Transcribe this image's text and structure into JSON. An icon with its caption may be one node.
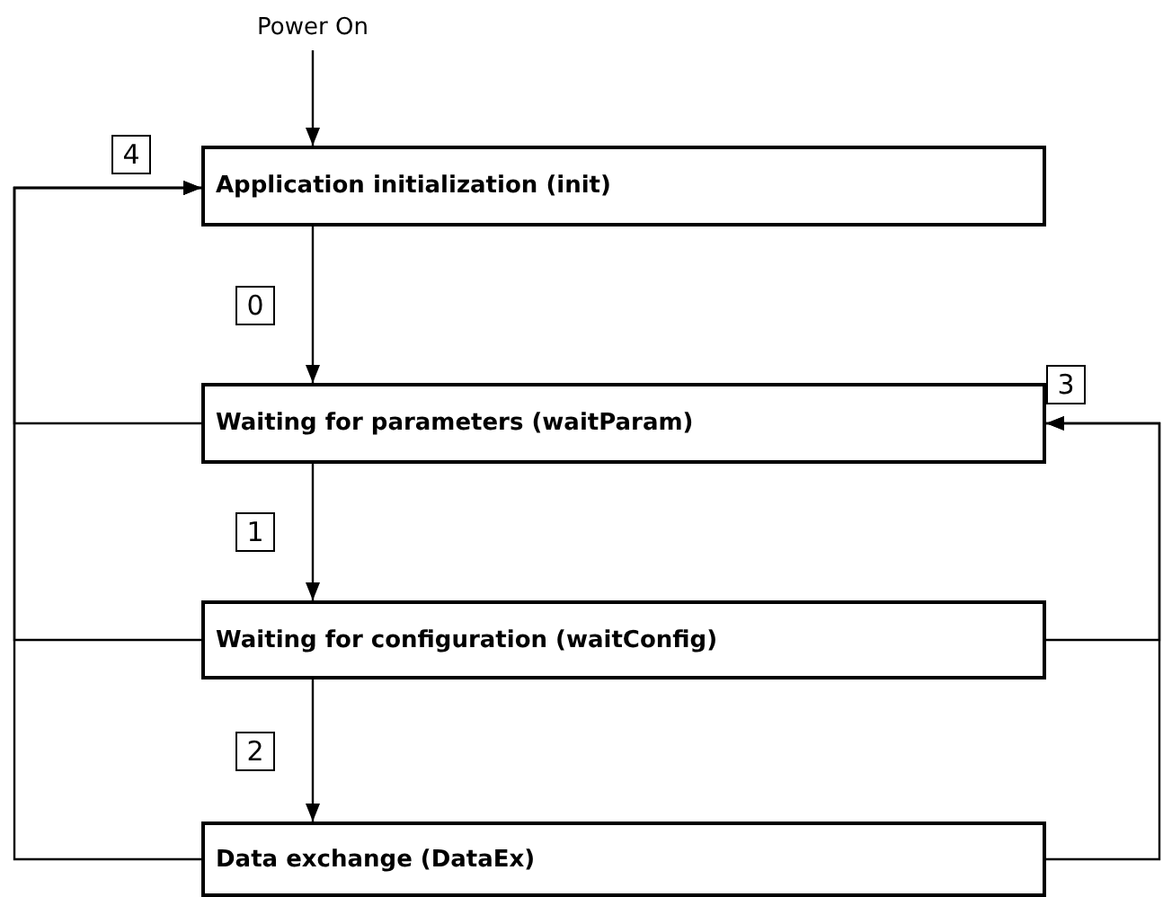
{
  "diagram": {
    "nodes": [
      {
        "text": [
          "Power On"
        ]
      },
      {
        "text": [
          "Application initialization (init)"
        ]
      },
      {
        "text": [
          "Waiting for parameters (waitParam)"
        ]
      },
      {
        "text": [
          "Waiting for configuration (waitConfig)"
        ]
      },
      {
        "text": [
          "Data exchange (DataEx)"
        ]
      }
    ],
    "edges": [
      {
        "from": 0,
        "to": 1,
        "arrow": "to"
      },
      {
        "from": 1,
        "to": 2,
        "arrow": "to",
        "label": "0"
      },
      {
        "from": 2,
        "to": 3,
        "arrow": "to",
        "label": "1"
      },
      {
        "from": 3,
        "to": 4,
        "arrow": "to",
        "label": "2"
      },
      {
        "from": 2,
        "to": 1,
        "arrow": "to",
        "label": "4"
      },
      {
        "from": 3,
        "to": 1,
        "arrow": "to"
      },
      {
        "from": 4,
        "to": 1,
        "arrow": "to"
      },
      {
        "from": 3,
        "to": 2,
        "arrow": "to",
        "label": "3"
      },
      {
        "from": 4,
        "to": 2,
        "arrow": "to"
      }
    ]
  }
}
